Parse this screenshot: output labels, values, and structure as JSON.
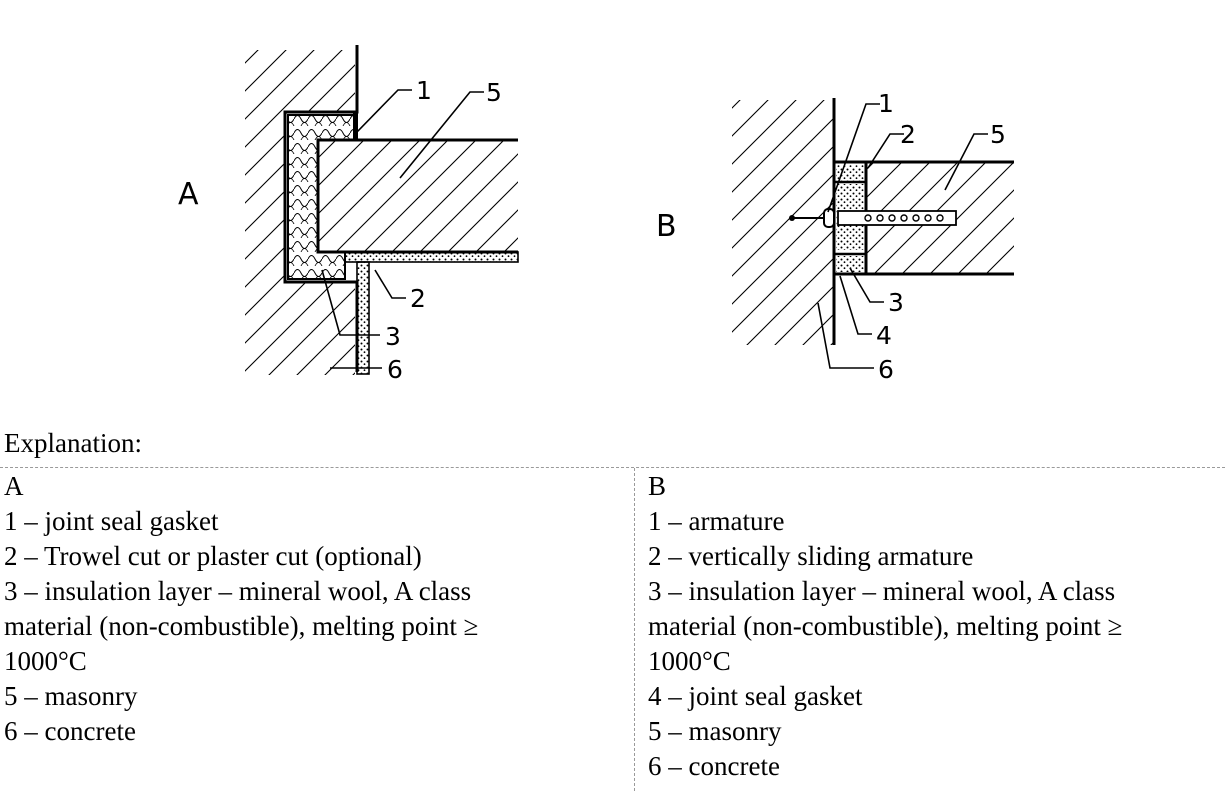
{
  "figure": {
    "detail_a": {
      "letter": "A",
      "callouts": [
        "1",
        "5",
        "2",
        "3",
        "6"
      ]
    },
    "detail_b": {
      "letter": "B",
      "callouts": [
        "1",
        "2",
        "5",
        "3",
        "4",
        "6"
      ]
    }
  },
  "explanation": {
    "heading": "Explanation:",
    "column_a": {
      "header": "A",
      "lines": [
        "1 – joint seal gasket",
        "2 – Trowel cut or plaster cut (optional)",
        "3 – insulation layer – mineral wool, A class",
        "material (non-combustible), melting point ≥",
        "1000°C",
        "5 – masonry",
        "6 – concrete"
      ]
    },
    "column_b": {
      "header": "B",
      "lines": [
        "1 – armature",
        "2 – vertically sliding armature",
        "3 – insulation layer – mineral wool, A class",
        "material (non-combustible), melting point ≥",
        "1000°C",
        "4 – joint seal gasket",
        "5 – masonry",
        "6 – concrete"
      ]
    }
  }
}
